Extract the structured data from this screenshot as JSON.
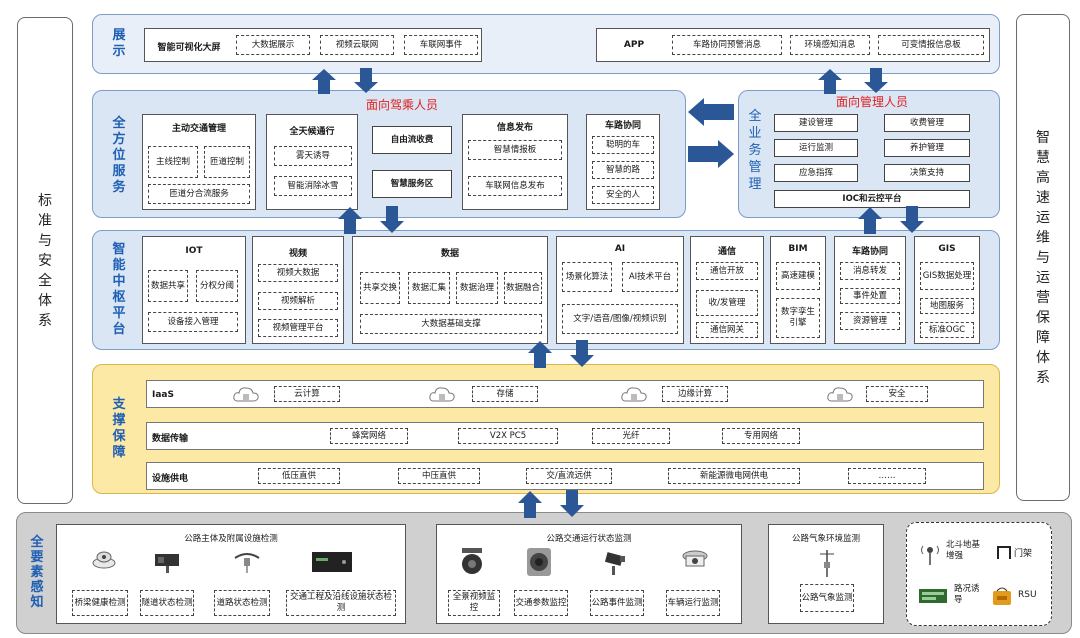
{
  "side": {
    "left": "标准与安全体系",
    "right": "智慧高速运维与运营保障体系"
  },
  "display": {
    "label": "展示",
    "big_screen": "智能可视化大屏",
    "bs_items": [
      "大数据展示",
      "视频云联网",
      "车联网事件"
    ],
    "app": "APP",
    "app_items": [
      "车路协同预警消息",
      "环境感知消息",
      "可变情报信息板"
    ]
  },
  "service": {
    "label": "全方位服务",
    "driver_title": "面向驾乘人员",
    "active": {
      "title": "主动交通管理",
      "items": [
        "主线控制",
        "匝道控制",
        "匝道分合流服务"
      ]
    },
    "allday": {
      "title": "全天候通行",
      "items": [
        "雾天诱导",
        "智能消除冰雪"
      ]
    },
    "free_flow": "自由流收费",
    "smart_area": "智慧服务区",
    "info": {
      "title": "信息发布",
      "items": [
        "智慧情报板",
        "车联网信息发布"
      ]
    },
    "v2x": {
      "title": "车路协同",
      "items": [
        "聪明的车",
        "智慧的路",
        "安全的人"
      ]
    }
  },
  "business": {
    "label": "全业务管理",
    "manager_title": "面向管理人员",
    "items": [
      "建设管理",
      "收费管理",
      "运行监测",
      "养护管理",
      "应急指挥",
      "决策支持"
    ],
    "platform": "IOC和云控平台"
  },
  "hub": {
    "label": "智能中枢平台",
    "iot": {
      "title": "IOT",
      "items": [
        "数据共享",
        "分权分阈",
        "设备接入管理"
      ]
    },
    "video": {
      "title": "视频",
      "items": [
        "视频大数据",
        "视频解析",
        "视频管理平台"
      ]
    },
    "data": {
      "title": "数据",
      "items": [
        "共享交换",
        "数据汇集",
        "数据治理",
        "数据融合",
        "大数据基础支撑"
      ]
    },
    "ai": {
      "title": "AI",
      "items": [
        "场景化算法",
        "AI技术平台",
        "文字/语音/图像/视频识别"
      ]
    },
    "comm": {
      "title": "通信",
      "items": [
        "通信开放",
        "收/发管理",
        "通信网关"
      ]
    },
    "bim": {
      "title": "BIM",
      "items": [
        "高速建模",
        "数字孪生引擎"
      ]
    },
    "v2x": {
      "title": "车路协同",
      "items": [
        "消息转发",
        "事件处置",
        "资源管理"
      ]
    },
    "gis": {
      "title": "GIS",
      "items": [
        "GIS数据处理",
        "地图服务",
        "标准OGC"
      ]
    }
  },
  "support": {
    "label": "支撑保障",
    "rows": [
      {
        "name": "IaaS",
        "items": [
          "云计算",
          "存储",
          "边缘计算",
          "安全"
        ]
      },
      {
        "name": "数据传输",
        "items": [
          "蜂窝网络",
          "V2X PC5",
          "光纤",
          "专用网络"
        ]
      },
      {
        "name": "设施供电",
        "items": [
          "低压直供",
          "中压直供",
          "交/直流远供",
          "新能源微电网供电",
          "……"
        ]
      }
    ]
  },
  "sense": {
    "label": "全要素感知",
    "g1": {
      "title": "公路主体及附属设施检测",
      "items": [
        "桥梁健康检测",
        "隧道状态检测",
        "道路状态检测",
        "交通工程及沿线设施状态检测"
      ]
    },
    "g2": {
      "title": "公路交通运行状态监测",
      "items": [
        "全景视频监控",
        "交通参数监控",
        "公路事件监测",
        "车辆运行监测"
      ]
    },
    "g3": {
      "title": "公路气象环境监测",
      "items": [
        "公路气象监测"
      ]
    },
    "g4": {
      "items": [
        "北斗地基增强",
        "门架",
        "路况诱导",
        "RSU"
      ]
    }
  },
  "colors": {
    "blue_layer": "#dbe6f4",
    "display_bg": "#e8eff8",
    "yellow_layer": "#fce9a6",
    "gray_layer": "#d0d0d0",
    "arrow": "#2b5797",
    "label": "#1f5fb4"
  }
}
